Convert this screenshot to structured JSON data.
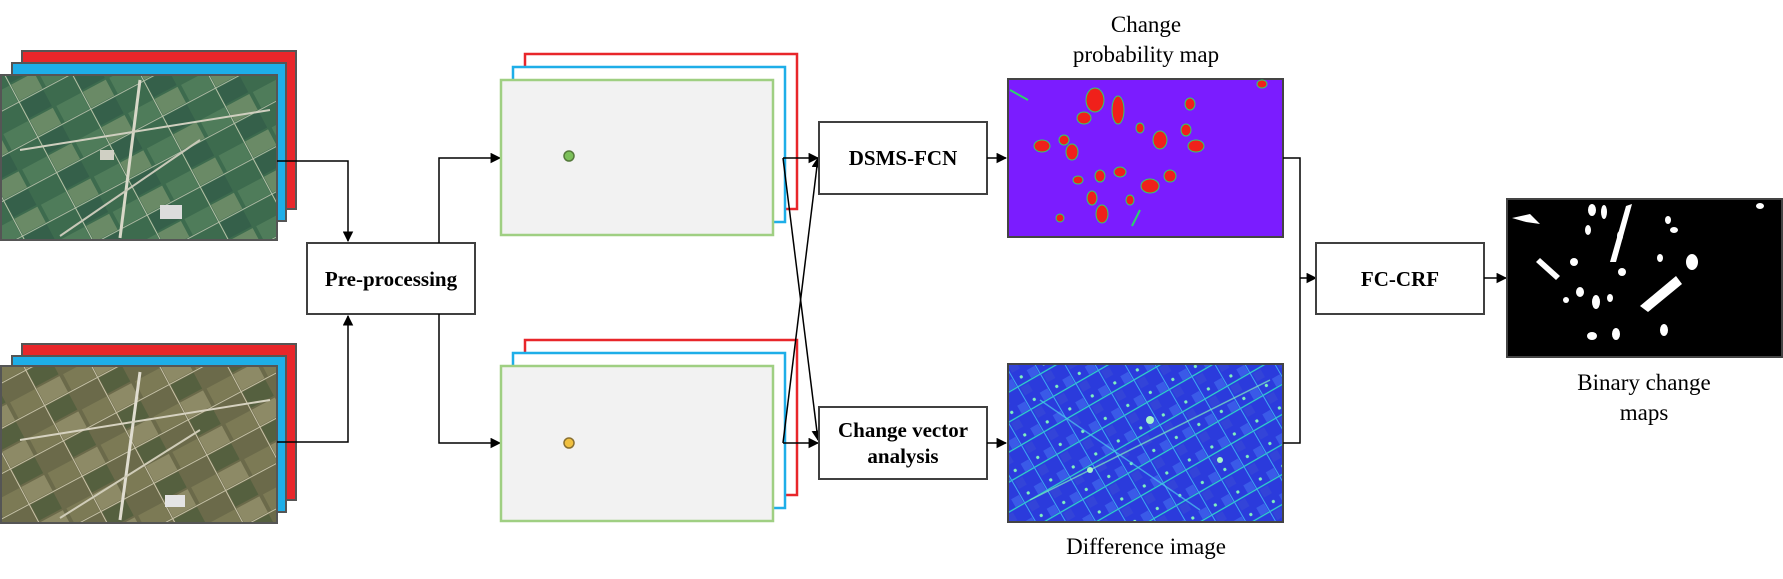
{
  "diagram": {
    "nodes": {
      "preprocessing": "Pre-processing",
      "dsms_fcn": "DSMS-FCN",
      "cva_line1": "Change vector",
      "cva_line2": "analysis",
      "fc_crf": "FC-CRF"
    },
    "captions": {
      "change_prob_line1": "Change",
      "change_prob_line2": "probability map",
      "difference_image": "Difference image",
      "binary_line1": "Binary change",
      "binary_line2": "maps"
    },
    "images": {
      "input_top": "satellite-image-t1",
      "input_bottom": "satellite-image-t2",
      "change_probability_map": "change-probability-heatmap",
      "difference_image": "difference-heatmap",
      "binary_change_map": "binary-change-mask"
    },
    "colors": {
      "band_red": "#e8262a",
      "band_blue": "#1eaee8",
      "band_green": "#9fcf82",
      "prob_bg": "#7b1cff",
      "prob_change": "#f0201a",
      "diff_bg": "#2b3bdc",
      "binary_bg": "#000000"
    }
  }
}
